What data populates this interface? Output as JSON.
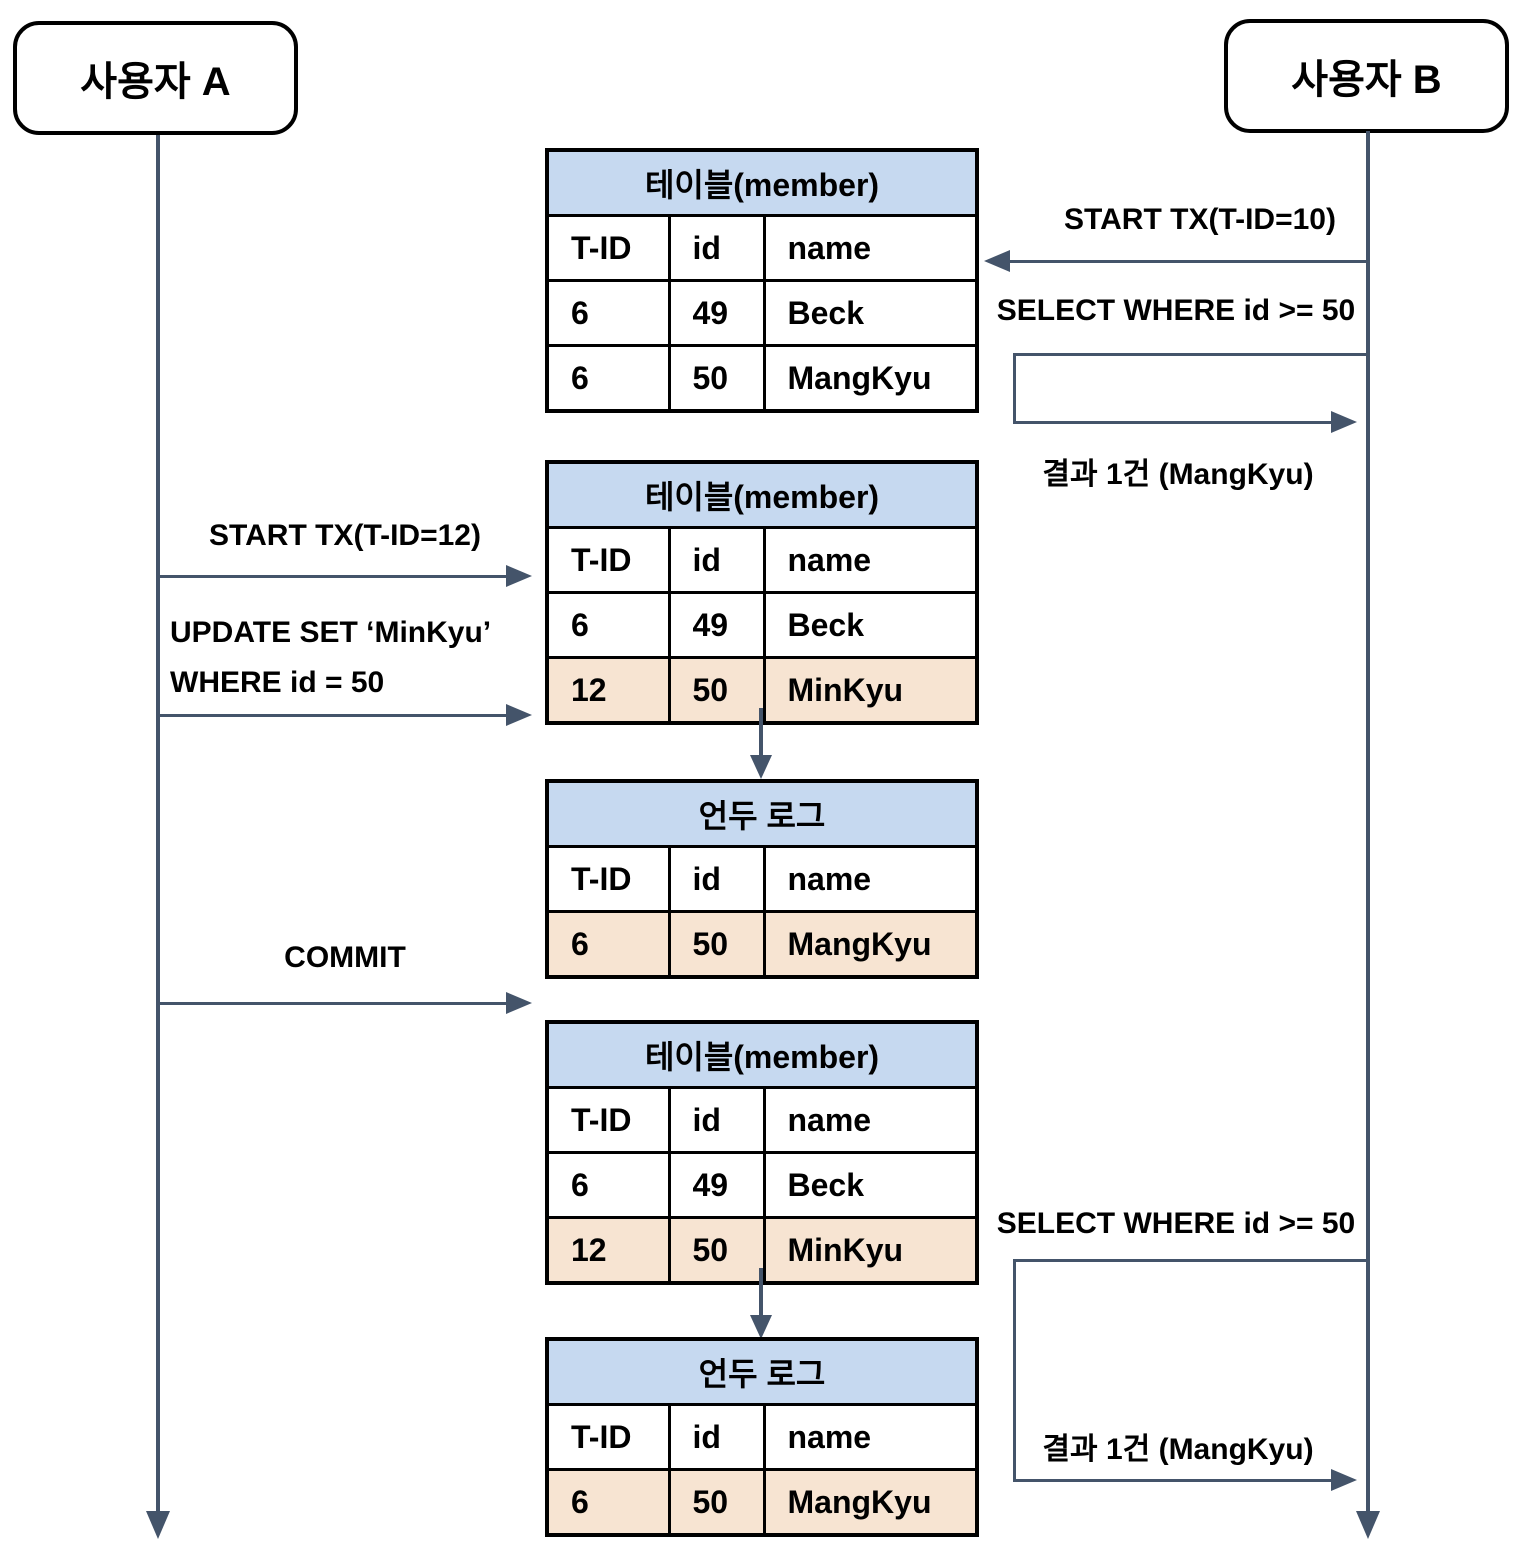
{
  "actors": {
    "a": {
      "label": "사용자 A"
    },
    "b": {
      "label": "사용자 B"
    }
  },
  "messages": {
    "start_tx_b": "START TX(T-ID=10)",
    "select_b1": "SELECT WHERE id >= 50",
    "result_b1": "결과 1건 (MangKyu)",
    "start_tx_a": "START TX(T-ID=12)",
    "update_line1": "UPDATE SET ‘MinKyu’",
    "update_line2": "WHERE id = 50",
    "commit": "COMMIT",
    "select_b2": "SELECT WHERE id >= 50",
    "result_b2": "결과 1건 (MangKyu)"
  },
  "tables": [
    {
      "id": "member-1",
      "title": "테이블(member)",
      "columns": [
        "T-ID",
        "id",
        "name"
      ],
      "rows": [
        {
          "cells": [
            "6",
            "49",
            "Beck"
          ],
          "highlight": false
        },
        {
          "cells": [
            "6",
            "50",
            "MangKyu"
          ],
          "highlight": false
        }
      ]
    },
    {
      "id": "member-2",
      "title": "테이블(member)",
      "columns": [
        "T-ID",
        "id",
        "name"
      ],
      "rows": [
        {
          "cells": [
            "6",
            "49",
            "Beck"
          ],
          "highlight": false
        },
        {
          "cells": [
            "12",
            "50",
            "MinKyu"
          ],
          "highlight": true
        }
      ]
    },
    {
      "id": "undo-log-1",
      "title": "언두 로그",
      "columns": [
        "T-ID",
        "id",
        "name"
      ],
      "rows": [
        {
          "cells": [
            "6",
            "50",
            "MangKyu"
          ],
          "highlight": true
        }
      ]
    },
    {
      "id": "member-3",
      "title": "테이블(member)",
      "columns": [
        "T-ID",
        "id",
        "name"
      ],
      "rows": [
        {
          "cells": [
            "6",
            "49",
            "Beck"
          ],
          "highlight": false
        },
        {
          "cells": [
            "12",
            "50",
            "MinKyu"
          ],
          "highlight": true
        }
      ]
    },
    {
      "id": "undo-log-2",
      "title": "언두 로그",
      "columns": [
        "T-ID",
        "id",
        "name"
      ],
      "rows": [
        {
          "cells": [
            "6",
            "50",
            "MangKyu"
          ],
          "highlight": true
        }
      ]
    }
  ],
  "colors": {
    "table_header_fill": "#c6d9f0",
    "highlight_row_fill": "#f7e4d2",
    "arrow": "#44546a",
    "border": "#000000",
    "background": "#ffffff"
  }
}
